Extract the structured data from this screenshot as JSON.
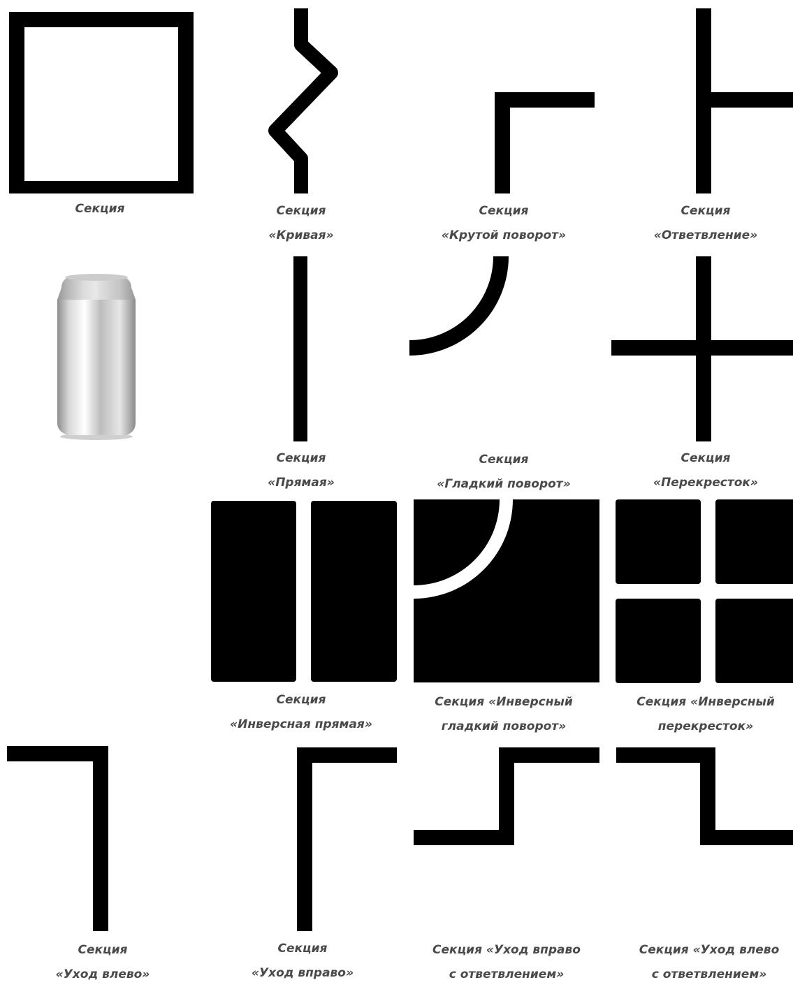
{
  "sections": [
    {
      "id": "square",
      "lines": [
        "Секция"
      ]
    },
    {
      "id": "curve",
      "lines": [
        "Секция",
        "«Кривая»"
      ]
    },
    {
      "id": "sharp-turn",
      "lines": [
        "Секция",
        "«Крутой поворот»"
      ]
    },
    {
      "id": "branch",
      "lines": [
        "Секция",
        "«Ответвление»"
      ]
    },
    {
      "id": "can",
      "lines": []
    },
    {
      "id": "straight",
      "lines": [
        "Секция",
        "«Прямая»"
      ]
    },
    {
      "id": "smooth-turn",
      "lines": [
        "Секция",
        "«Гладкий поворот»"
      ]
    },
    {
      "id": "crossroad",
      "lines": [
        "Секция",
        "«Перекресток»"
      ]
    },
    {
      "id": "inv-straight",
      "lines": [
        "Секция",
        "«Инверсная прямая»"
      ]
    },
    {
      "id": "inv-smooth-turn",
      "lines": [
        "Секция «Инверсный",
        "гладкий поворот»"
      ]
    },
    {
      "id": "inv-crossroad",
      "lines": [
        "Секция «Инверсный",
        "перекресток»"
      ]
    },
    {
      "id": "exit-left",
      "lines": [
        "Секция",
        "«Уход влево»"
      ]
    },
    {
      "id": "exit-right",
      "lines": [
        "Секция",
        "«Уход вправо»"
      ]
    },
    {
      "id": "exit-right-branch",
      "lines": [
        "Секция «Уход вправо",
        "с ответвлением»"
      ]
    },
    {
      "id": "exit-left-branch",
      "lines": [
        "Секция «Уход влево",
        "с ответвлением»"
      ]
    }
  ]
}
